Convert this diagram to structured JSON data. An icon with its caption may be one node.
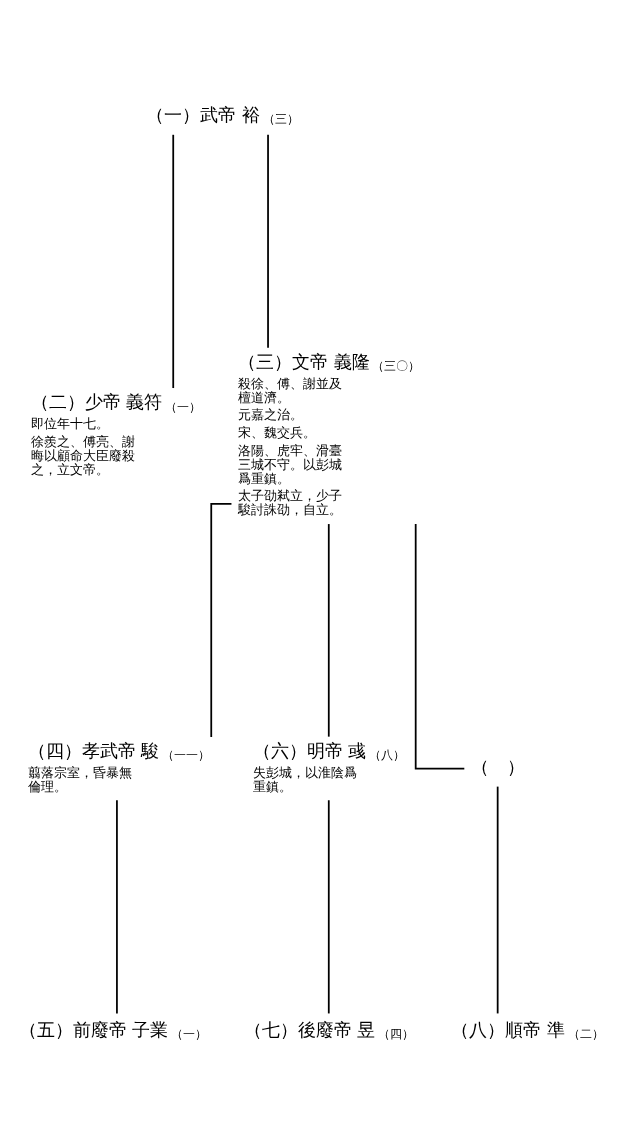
{
  "diagram": {
    "nodes": [
      {
        "text": [
          "（一）武帝 裕"
        ],
        "beside": [
          "（三）"
        ]
      },
      {
        "text": [
          "（二）少帝 義符"
        ],
        "beside": [
          "（一）",
          "即位年十七。",
          "徐羨之、傅亮、謝晦以顧命大臣廢殺之，立文帝。"
        ]
      },
      {
        "text": [
          "（三）文帝 義隆"
        ],
        "beside": [
          "（三〇）",
          "殺徐、傅、謝並及檀道濟。",
          "元嘉之治。",
          "宋、魏交兵。",
          "洛陽、虎牢、滑臺三城不守。以彭城爲重鎮。",
          "太子劭弒立，少子駿討誅劭，自立。"
        ]
      },
      {
        "text": [
          "（四）孝武帝 駿"
        ],
        "beside": [
          "（一一）",
          "翦落宗室，昏暴無倫理。"
        ]
      },
      {
        "text": [
          "（六）明帝 彧"
        ],
        "beside": [
          "（八）",
          "失彭城，以淮陰爲重鎮。"
        ]
      },
      {
        "text": [
          "（　）"
        ]
      },
      {
        "text": [
          "（五）前廢帝 子業"
        ],
        "beside": [
          "（一）"
        ]
      },
      {
        "text": [
          "（七）後廢帝 昱"
        ],
        "beside": [
          "（四）"
        ]
      },
      {
        "text": [
          "（八）順帝 準"
        ],
        "beside": [
          "（二）"
        ]
      }
    ],
    "edges": [
      {
        "from": 0,
        "to": 1,
        "arrow": "none"
      },
      {
        "from": 0,
        "to": 2,
        "arrow": "none"
      },
      {
        "from": 2,
        "to": 3,
        "arrow": "none"
      },
      {
        "from": 2,
        "to": 4,
        "arrow": "none"
      },
      {
        "from": 2,
        "to": 5,
        "arrow": "none"
      },
      {
        "from": 3,
        "to": 6,
        "arrow": "none"
      },
      {
        "from": 4,
        "to": 7,
        "arrow": "none"
      },
      {
        "from": 5,
        "to": 8,
        "arrow": "none"
      }
    ]
  }
}
